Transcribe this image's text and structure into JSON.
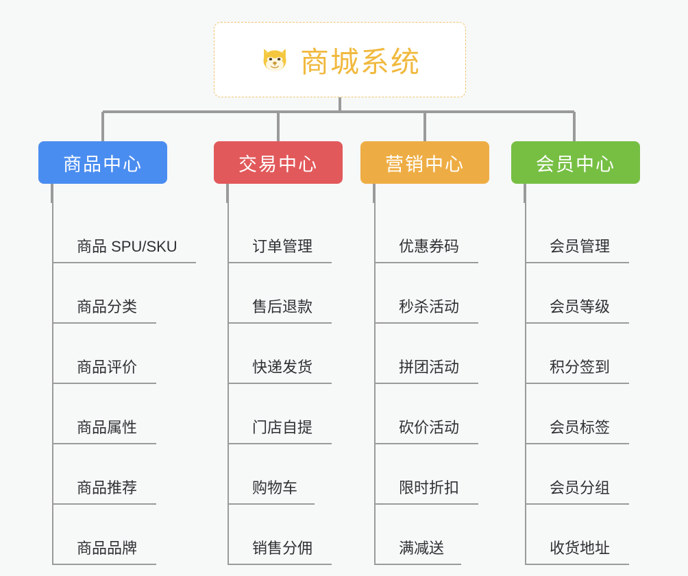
{
  "page": {
    "background": "#f7f8f8",
    "line_color": "#9a9a9a"
  },
  "root": {
    "icon": "dog-face-emoji",
    "title": "商城系统",
    "title_color": "#f0b93f",
    "border_color": "#f0c36a"
  },
  "columns": [
    {
      "id": "product-center",
      "label": "商品中心",
      "color": "#4a8df0",
      "items": [
        {
          "label": "商品 SPU/SKU",
          "width": "wide"
        },
        {
          "label": "商品分类",
          "width": "mid"
        },
        {
          "label": "商品评价",
          "width": "mid"
        },
        {
          "label": "商品属性",
          "width": "mid"
        },
        {
          "label": "商品推荐",
          "width": "mid"
        },
        {
          "label": "商品品牌",
          "width": "mid"
        }
      ]
    },
    {
      "id": "trade-center",
      "label": "交易中心",
      "color": "#e2595b",
      "items": [
        {
          "label": "订单管理",
          "width": "mid"
        },
        {
          "label": "售后退款",
          "width": "mid"
        },
        {
          "label": "快递发货",
          "width": "mid"
        },
        {
          "label": "门店自提",
          "width": "mid"
        },
        {
          "label": "购物车",
          "width": "narrow"
        },
        {
          "label": "销售分佣",
          "width": "mid"
        }
      ]
    },
    {
      "id": "marketing-center",
      "label": "营销中心",
      "color": "#eead44",
      "items": [
        {
          "label": "优惠券码",
          "width": "mid"
        },
        {
          "label": "秒杀活动",
          "width": "mid"
        },
        {
          "label": "拼团活动",
          "width": "mid"
        },
        {
          "label": "砍价活动",
          "width": "mid"
        },
        {
          "label": "限时折扣",
          "width": "mid"
        },
        {
          "label": "满减送",
          "width": "narrow"
        }
      ]
    },
    {
      "id": "member-center",
      "label": "会员中心",
      "color": "#76bf43",
      "items": [
        {
          "label": "会员管理",
          "width": "mid"
        },
        {
          "label": "会员等级",
          "width": "mid"
        },
        {
          "label": "积分签到",
          "width": "mid"
        },
        {
          "label": "会员标签",
          "width": "mid"
        },
        {
          "label": "会员分组",
          "width": "mid"
        },
        {
          "label": "收货地址",
          "width": "mid"
        }
      ]
    }
  ]
}
